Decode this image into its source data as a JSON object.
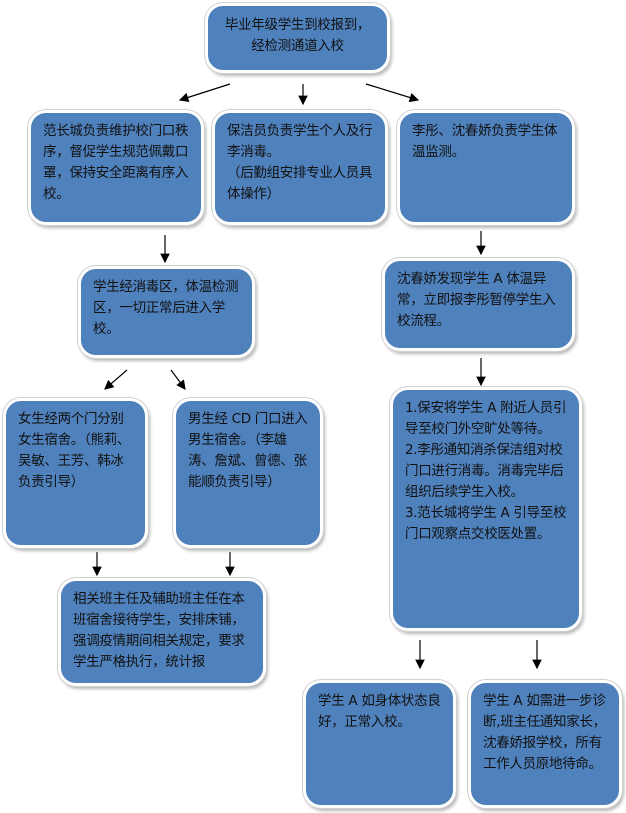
{
  "nodes": {
    "start": "毕业年级学生到校报到，\n经检测通道入校",
    "order": "范长城负责维护校门口秩序，督促学生规范佩戴口罩，保持安全距离有序入校。",
    "disinfect": "保洁员负责学生个人及行李消毒。\n（后勤组安排专业人员具体操作）",
    "temp": "李彤、沈春娇负责学生体温监测。",
    "enter": "学生经消毒区，体温检测区，一切正常后进入学校。",
    "abnormal": "沈春娇发现学生 A 体温异常，立即报李彤暂停学生入校流程。",
    "girls": "女生经两个门分别女生宿舍。（熊莉、吴敏、王芳、韩冰负责引导）",
    "boys": "男生经 CD 门口进入男生宿舍。（李雄涛、詹斌、曾德、张能顺负责引导）",
    "teachers": "相关班主任及辅助班主任在本班宿舍接待学生，安排床铺，强调疫情期间相关规定，要求学生严格执行，统计报",
    "steps": "1.保安将学生 A 附近人员引导至校门外空旷处等待。\n2.李彤通知消杀保洁组对校门口进行消毒。消毒完毕后组织后续学生入校。\n3.范长城将学生 A 引导至校门口观察点交校医处置。",
    "good": "学生 A 如身体状态良好，正常入校。",
    "further": "学生 A 如需进一步诊断,班主任通知家长，沈春娇报学校，所有工作人员原地待命。"
  },
  "colors": {
    "box": "#4f81bd"
  }
}
